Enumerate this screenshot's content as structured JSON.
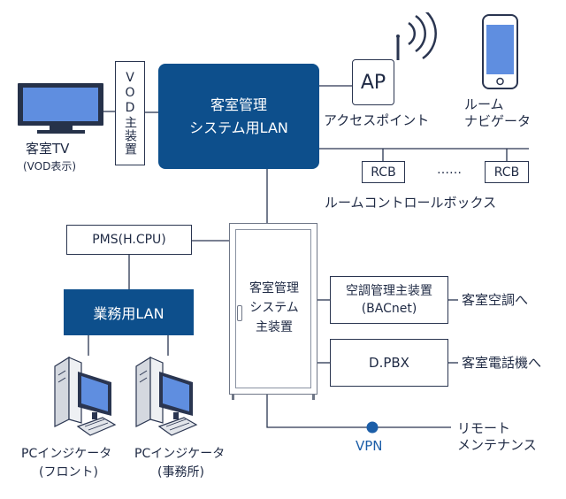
{
  "lan_box": {
    "line1": "客室管理",
    "line2": "システム用LAN"
  },
  "vod": {
    "label": "VOD主装置"
  },
  "tv": {
    "label": "客室TV",
    "sublabel": "(VOD表示)"
  },
  "ap": {
    "label": "AP",
    "caption": "アクセスポイント"
  },
  "phone": {
    "line1": "ルーム",
    "line2": "ナビゲータ"
  },
  "rcb": {
    "left": "RCB",
    "dots": "……",
    "right": "RCB",
    "caption": "ルームコントロールボックス"
  },
  "pms": {
    "label": "PMS(H.CPU)"
  },
  "business_lan": {
    "label": "業務用LAN"
  },
  "main_unit": {
    "line1": "客室管理",
    "line2": "システム",
    "line3": "主装置"
  },
  "hvac_ctrl": {
    "line1": "空調管理主装置",
    "line2": "(BACnet)"
  },
  "hvac_target": {
    "label": "客室空調へ"
  },
  "pbx": {
    "label": "D.PBX"
  },
  "phone_target": {
    "label": "客室電話機へ"
  },
  "vpn": {
    "label": "VPN"
  },
  "remote": {
    "line1": "リモート",
    "line2": "メンテナンス"
  },
  "pc_front": {
    "line1": "PCインジケータ",
    "line2": "(フロント)"
  },
  "pc_office": {
    "line1": "PCインジケータ",
    "line2": "(事務所)"
  },
  "colors": {
    "brand_blue": "#0d4f8c",
    "line": "#2a3550",
    "vpn_text": "#1c5ea8"
  }
}
